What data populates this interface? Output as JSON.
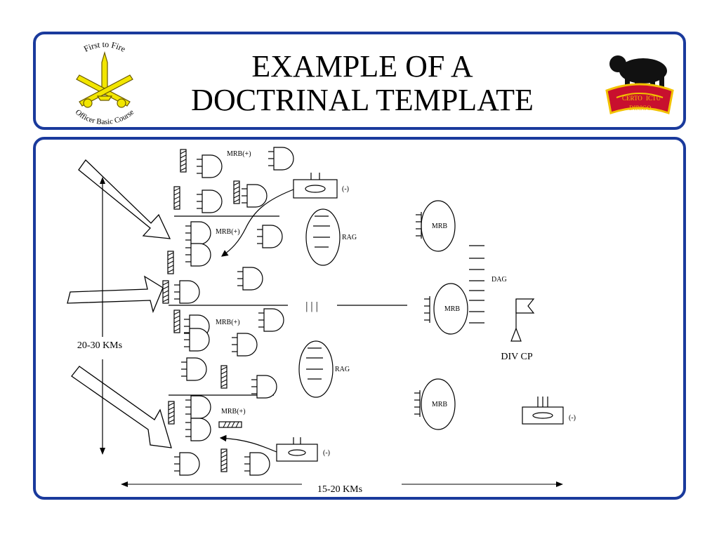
{
  "title_line1": "EXAMPLE OF A",
  "title_line2": "DOCTRINAL TEMPLATE",
  "left_logo": {
    "top_text": "First to Fire",
    "bottom_text": "Officer Basic Course",
    "icon": "crossed-cannons-missile-insignia"
  },
  "right_logo": {
    "icon": "bear-crest",
    "motto_left": "CERTO",
    "motto_right": "ICTU",
    "motto_bottom": "DIRIGO"
  },
  "diagram": {
    "labels": {
      "mrb_plus": "MRB(+)",
      "mrb": "MRB",
      "rag": "RAG",
      "dag": "DAG",
      "minus": "(-)",
      "div_cp": "DIV CP",
      "width_range": "20-30 KMs",
      "depth_range": "15-20 KMs",
      "regiment_boundary": "| | |"
    }
  },
  "colors": {
    "border": "#1a3a9c",
    "logo_yellow": "#f2e600",
    "crest_red": "#c8102e"
  }
}
